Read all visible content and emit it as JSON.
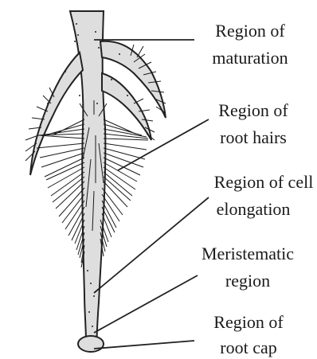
{
  "labels": [
    {
      "id": "maturation",
      "line1": "Region of",
      "line2": "maturation"
    },
    {
      "id": "root-hairs",
      "line1": "Region of",
      "line2": "root hairs"
    },
    {
      "id": "elongation",
      "line1": "Region of cell",
      "line2": "elongation"
    },
    {
      "id": "meristematic",
      "line1": "Meristematic",
      "line2": "region"
    },
    {
      "id": "root-cap",
      "line1": "Region of",
      "line2": "root cap"
    }
  ],
  "colors": {
    "stroke": "#222222",
    "fill": "#dedede",
    "hair": "#1a1a1a",
    "text": "#1a1a1a"
  }
}
